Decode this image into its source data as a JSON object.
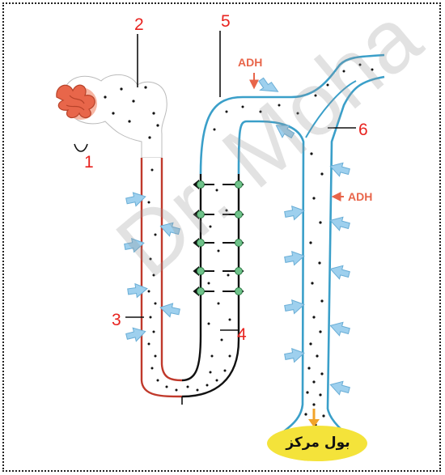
{
  "labels": {
    "n1": "1",
    "n2": "2",
    "n3": "3",
    "n4": "4",
    "n5": "5",
    "n6": "6"
  },
  "hormone": {
    "adh_top": "ADH",
    "adh_side": "ADH"
  },
  "output": {
    "urine_label": "بول مركز"
  },
  "watermark": "Dr. Moha",
  "colors": {
    "glomerulus": "#e8664a",
    "descending_wall": "#c0392b",
    "tubule_blue": "#3a9fc9",
    "arrow_fill": "#9ed0ee",
    "urine_drop": "#f4e33a",
    "label_red": "#e8231f"
  }
}
